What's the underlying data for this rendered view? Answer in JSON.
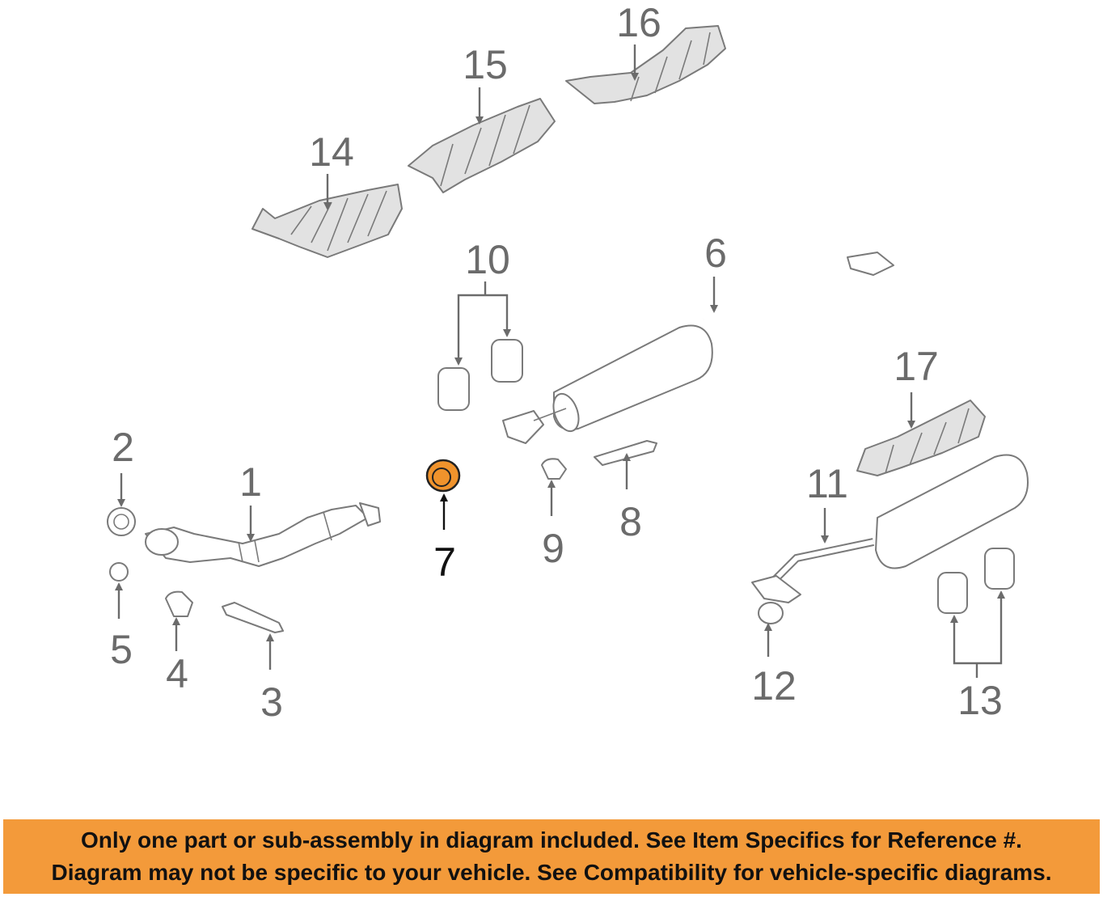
{
  "colors": {
    "highlight": "#f0932c",
    "banner": "#f39a3a"
  },
  "callouts": {
    "c1": "1",
    "c2": "2",
    "c3": "3",
    "c4": "4",
    "c5": "5",
    "c6": "6",
    "c7": "7",
    "c8": "8",
    "c9": "9",
    "c10": "10",
    "c11": "11",
    "c12": "12",
    "c13": "13",
    "c14": "14",
    "c15": "15",
    "c16": "16",
    "c17": "17"
  },
  "banner": {
    "line1": "Only one part or sub-assembly in diagram included. See Item Specifics for Reference #.",
    "line2": "Diagram may not be specific to your vehicle. See Compatibility for vehicle-specific diagrams."
  }
}
